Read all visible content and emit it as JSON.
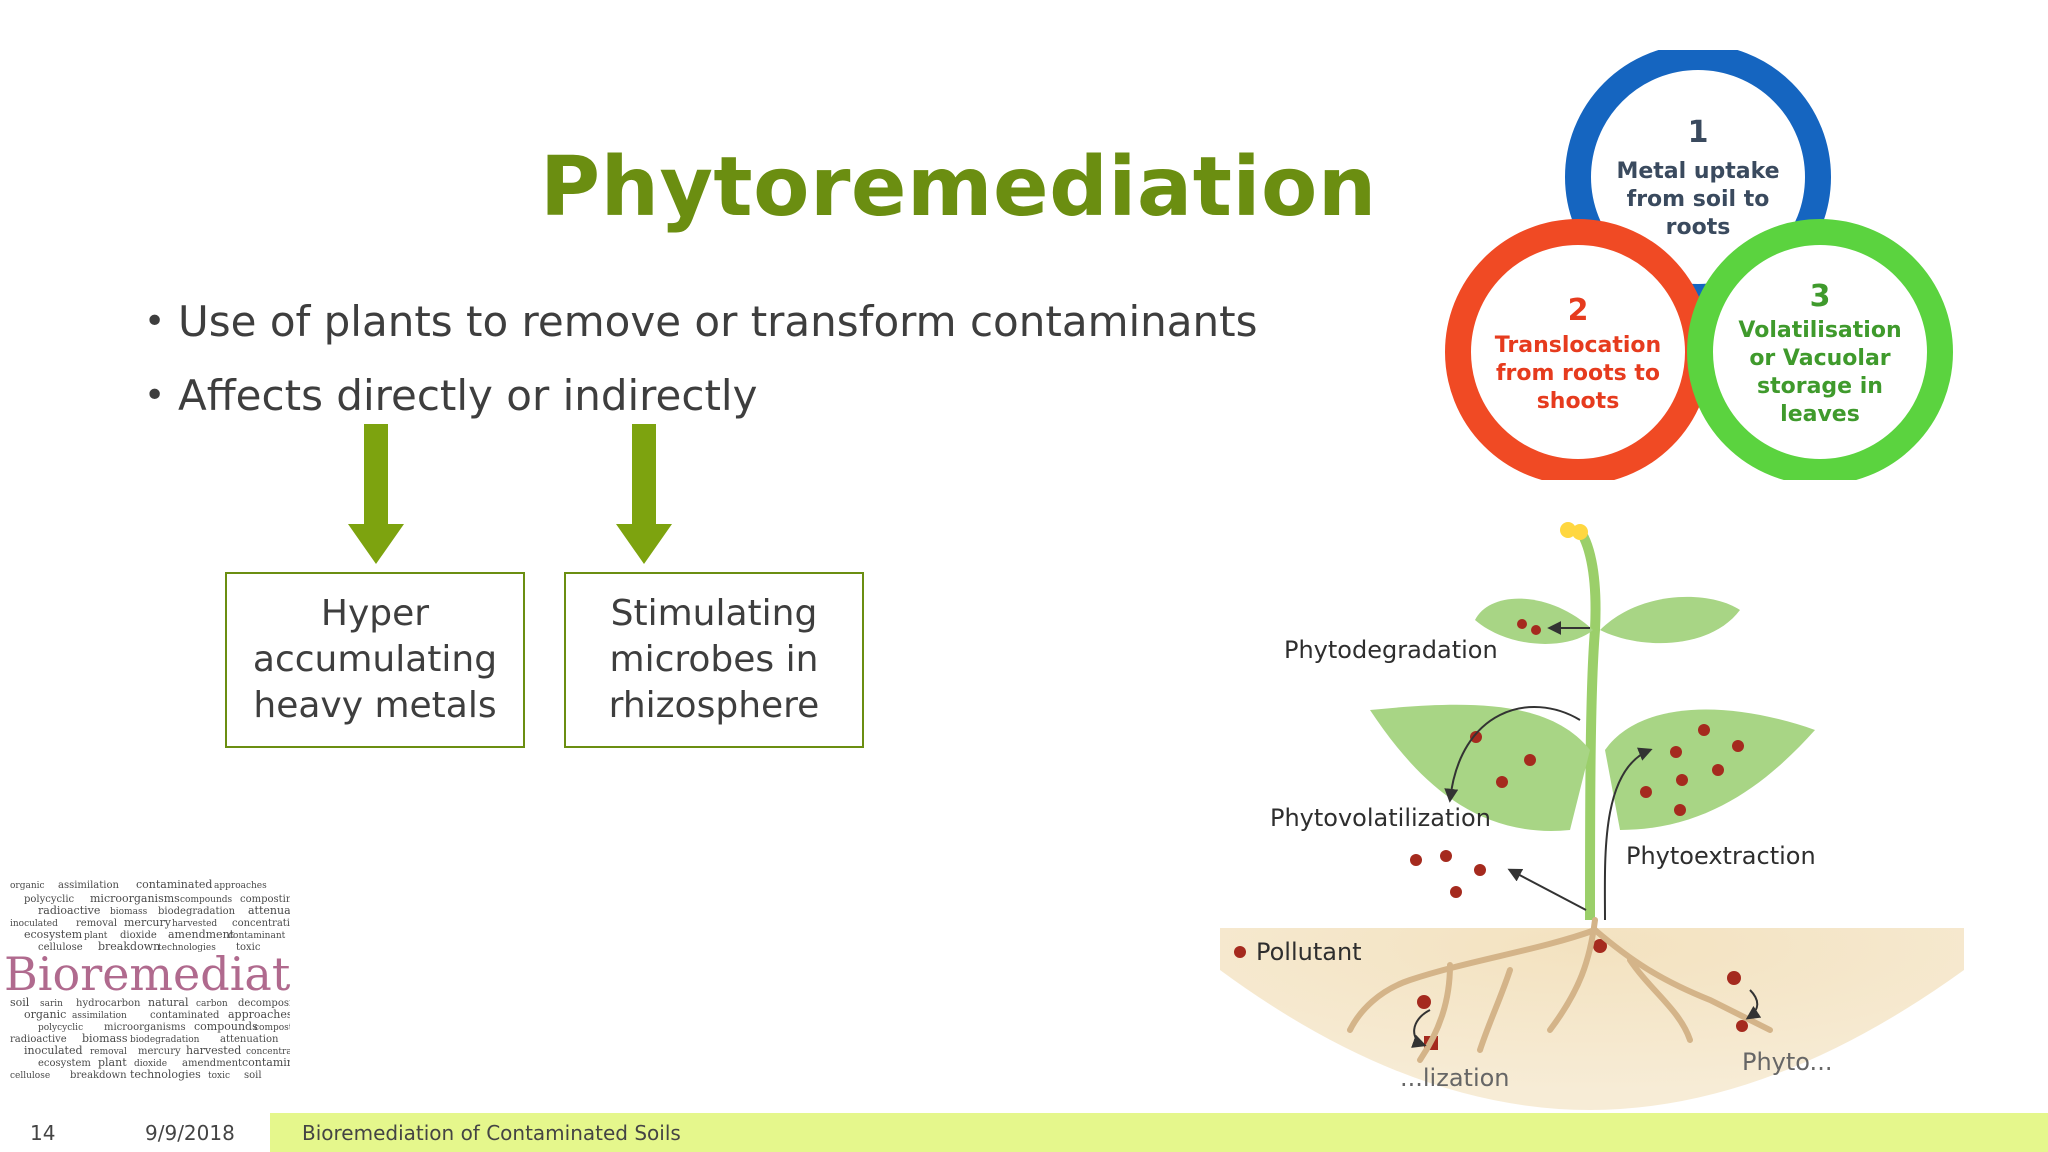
{
  "slide": {
    "title": "Phytoremediation",
    "bullets": [
      "Use of plants to remove or transform contaminants",
      "Affects directly or indirectly"
    ],
    "boxes": [
      "Hyper accumulating heavy metals",
      "Stimulating microbes in rhizosphere"
    ],
    "accent_color": "#6b8e11",
    "arrow_color": "#7da30f"
  },
  "venn": {
    "circles": [
      {
        "number": "1",
        "line1": "Metal uptake",
        "line2": "from soil to",
        "line3": "roots",
        "color": "#1565c0",
        "text_color": "#3a4a5e"
      },
      {
        "number": "2",
        "line1": "Translocation",
        "line2": "from roots to",
        "line3": "shoots",
        "color": "#f04a24",
        "text_color": "#e63b1e"
      },
      {
        "number": "3",
        "line1": "Volatilisation",
        "line2": "or Vacuolar",
        "line3": "storage in",
        "line4": "leaves",
        "color": "#5bd33f",
        "text_color": "#3f9a2c"
      }
    ]
  },
  "plant_diagram": {
    "labels": {
      "phytodegradation": "Phytodegradation",
      "phytovolatilization": "Phytovolatilization",
      "phytoextraction": "Phytoextraction",
      "pollutant": "Pollutant",
      "bottom_left": "...lization",
      "bottom_right": "Phyto..."
    }
  },
  "word_cloud": {
    "main": "Bioremediation",
    "words": [
      "organic",
      "assimilation",
      "contaminated",
      "approaches",
      "polycyclic",
      "microorganisms",
      "compounds",
      "composting",
      "radioactive",
      "biomass",
      "biodegradation",
      "attenuation",
      "inoculated",
      "removal",
      "mercury",
      "harvested",
      "concentrations",
      "ecosystem",
      "plant",
      "dioxide",
      "amendment",
      "contaminant",
      "cellulose",
      "breakdown",
      "technologies",
      "toxic",
      "soil",
      "sarin",
      "hydrocarbon",
      "natural",
      "carbon",
      "decomposition"
    ]
  },
  "footer": {
    "page_number": "14",
    "date": "9/9/2018",
    "text": "Bioremediation of Contaminated Soils"
  }
}
